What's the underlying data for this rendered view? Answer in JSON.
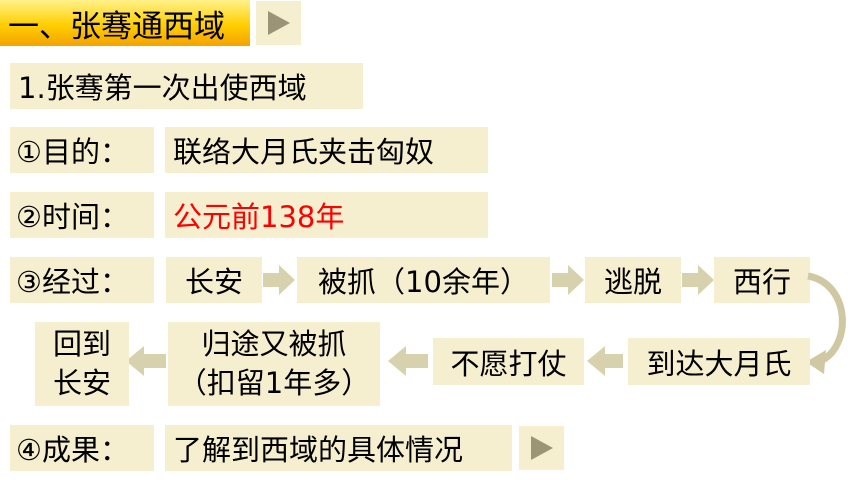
{
  "title": "一、张骞通西域",
  "section": "1.张骞第一次出使西域",
  "purpose": {
    "label": "①目的：",
    "value": "联络大月氏夹击匈奴"
  },
  "time": {
    "label": "②时间：",
    "value": "公元前138年"
  },
  "process": {
    "label": "③经过：",
    "steps": [
      "长安",
      "被抓（10余年）",
      "逃脱",
      "西行",
      "到达大月氏",
      "不愿打仗",
      "归途又被抓",
      "（扣留1年多）",
      "回到",
      "长安"
    ]
  },
  "result": {
    "label": "④成果：",
    "value": "了解到西域的具体情况"
  },
  "colors": {
    "box": "#f6efcf",
    "highlight": "#ff0000",
    "title_gradient": [
      "#fff28a",
      "#ffce00",
      "#f4a200"
    ],
    "play_icon": "#9a9577"
  },
  "icons": [
    "play-icon",
    "arrow-right-icon",
    "arrow-left-icon",
    "curved-arrow-icon"
  ]
}
